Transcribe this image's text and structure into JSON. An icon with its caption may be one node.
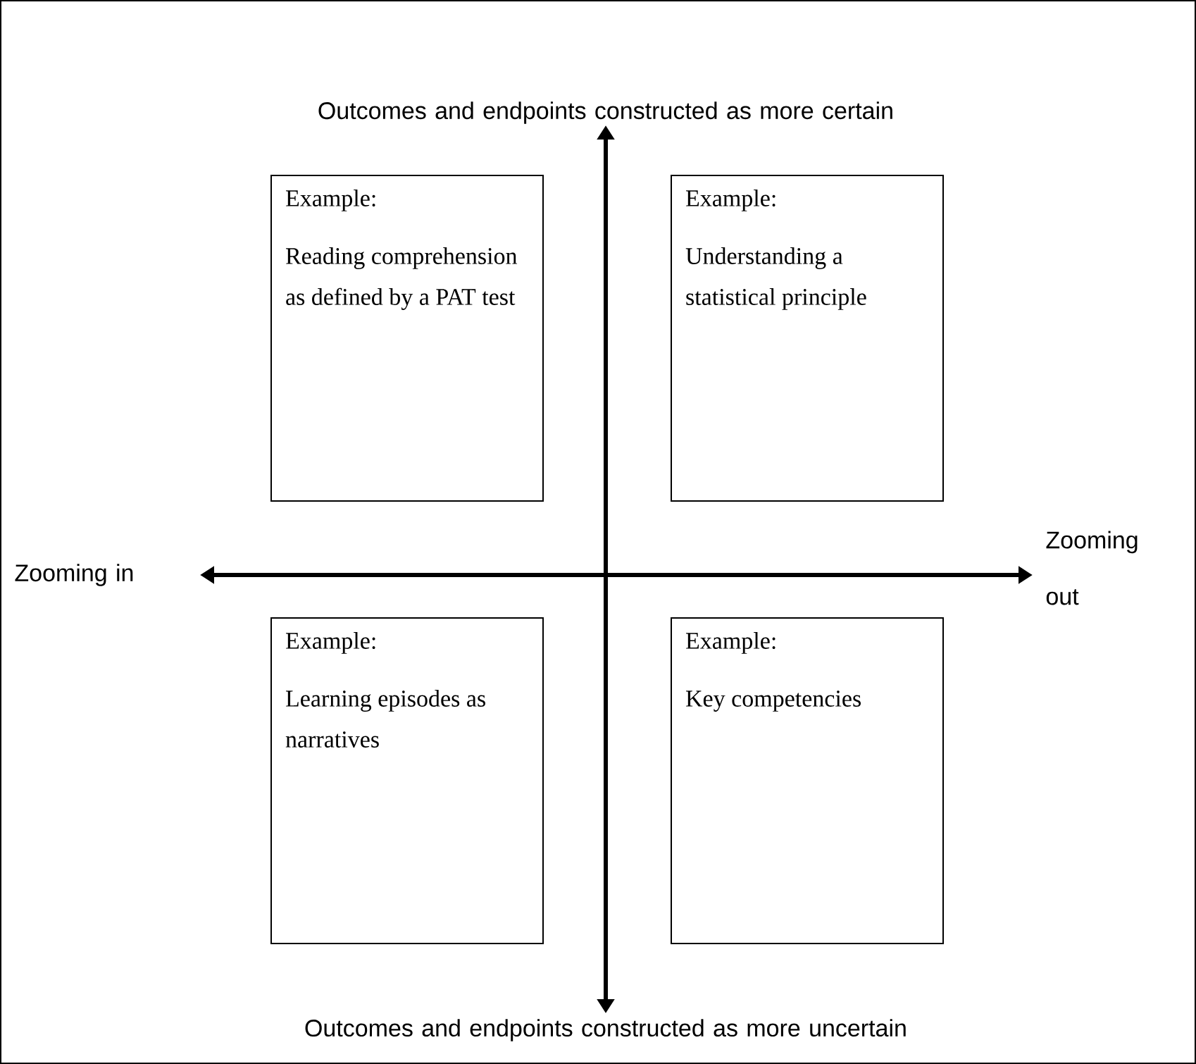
{
  "diagram": {
    "nodes": [
      {
        "text": [
          "Example:",
          "Reading comprehension as defined by a PAT test"
        ]
      },
      {
        "text": [
          "Example:",
          "Understanding a statistical principle"
        ]
      },
      {
        "text": [
          "Example:",
          "Learning episodes as narratives"
        ]
      },
      {
        "text": [
          "Example:",
          "Key competencies"
        ]
      }
    ],
    "labels": [
      "Outcomes and endpoints constructed as more certain",
      "Zooming in",
      "Zooming out",
      "Outcomes and endpoints constructed as more uncertain"
    ]
  }
}
